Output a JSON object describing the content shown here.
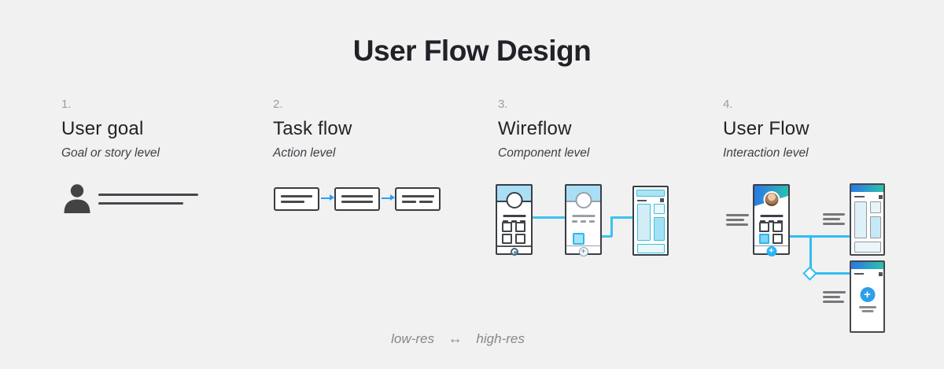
{
  "page_title": "User Flow Design",
  "steps": [
    {
      "number": "1.",
      "title": "User goal",
      "subtitle": "Goal or story level"
    },
    {
      "number": "2.",
      "title": "Task flow",
      "subtitle": "Action level"
    },
    {
      "number": "3.",
      "title": "Wireflow",
      "subtitle": "Component level"
    },
    {
      "number": "4.",
      "title": "User Flow",
      "subtitle": "Interaction level"
    }
  ],
  "footer": {
    "low_label": "low-res",
    "arrow": "↔",
    "high_label": "high-res"
  },
  "icons": {
    "plus": "+"
  },
  "colors": {
    "background": "#f1f1f2",
    "task_arrow_blue": "#2f9ef0",
    "connector_cyan": "#3ec1f1",
    "wireframe_lightblue": "#aadef5",
    "hifi_gradient_start": "#2b7de2",
    "hifi_gradient_end": "#2cc0ad",
    "dark_stroke": "#3a3e45",
    "gray_stroke": "#9aa0a6"
  }
}
